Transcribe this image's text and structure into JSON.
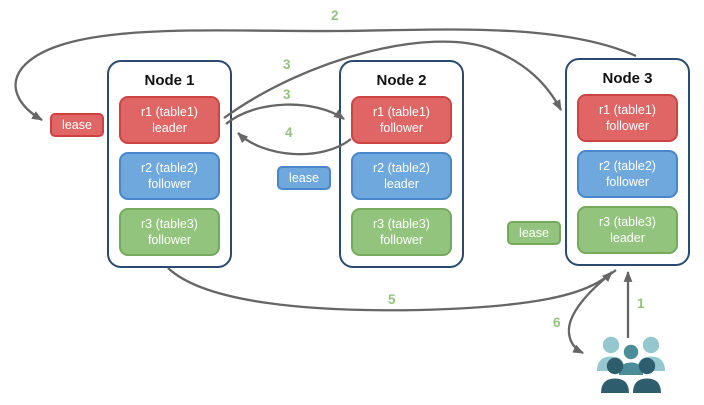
{
  "nodes": [
    {
      "title": "Node 1",
      "replicas": [
        {
          "range": "r1 (table1)",
          "role": "leader",
          "color": "#e06666"
        },
        {
          "range": "r2 (table2)",
          "role": "follower",
          "color": "#6fa8dc"
        },
        {
          "range": "r3 (table3)",
          "role": "follower",
          "color": "#93c47d"
        }
      ]
    },
    {
      "title": "Node 2",
      "replicas": [
        {
          "range": "r1 (table1)",
          "role": "follower",
          "color": "#e06666"
        },
        {
          "range": "r2 (table2)",
          "role": "leader",
          "color": "#6fa8dc"
        },
        {
          "range": "r3 (table3)",
          "role": "follower",
          "color": "#93c47d"
        }
      ]
    },
    {
      "title": "Node 3",
      "replicas": [
        {
          "range": "r1 (table1)",
          "role": "follower",
          "color": "#e06666"
        },
        {
          "range": "r2 (table2)",
          "role": "follower",
          "color": "#6fa8dc"
        },
        {
          "range": "r3 (table3)",
          "role": "leader",
          "color": "#93c47d"
        }
      ]
    }
  ],
  "leases": [
    {
      "label": "lease",
      "color": "#e06666"
    },
    {
      "label": "lease",
      "color": "#6fa8dc"
    },
    {
      "label": "lease",
      "color": "#93c47d"
    }
  ],
  "steps": {
    "s1": "1",
    "s2": "2",
    "s3a": "3",
    "s3b": "3",
    "s4": "4",
    "s5": "5",
    "s6": "6"
  },
  "icons": {
    "users": "users-group-icon"
  },
  "colors": {
    "node_border": "#2a4a70",
    "arrow": "#666666",
    "step_label": "#93c47d",
    "people_light": "#94c8ce",
    "people_medium": "#4d8c99",
    "people_dark": "#2e5d6e"
  }
}
